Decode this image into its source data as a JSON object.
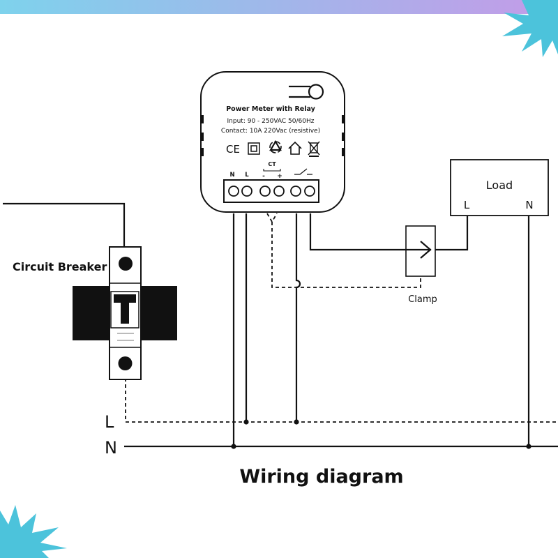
{
  "device": {
    "title": "Power Meter with Relay",
    "input_spec": "Input: 90 - 250VAC 50/60Hz",
    "contact_spec": "Contact: 10A 220Vac (resistive)",
    "cert_icons": [
      "ce-mark-icon",
      "double-insulation-icon",
      "recycle-icon",
      "home-icon",
      "weee-bin-icon"
    ],
    "ce_text": "CE",
    "terminal_labels": {
      "n": "N",
      "l": "L",
      "ct": "CT",
      "ct_minus": "-",
      "ct_plus": "+"
    }
  },
  "breaker": {
    "label": "Circuit Breaker"
  },
  "load": {
    "title": "Load",
    "l": "L",
    "n": "N"
  },
  "clamp": {
    "label": "Clamp"
  },
  "lines": {
    "l": "L",
    "n": "N"
  },
  "caption": "Wiring diagram",
  "colors": {
    "frame_top_start": "#7ed2ec",
    "frame_top_end": "#c49be8",
    "wire": "#111111",
    "splash": "#4cc3db"
  }
}
